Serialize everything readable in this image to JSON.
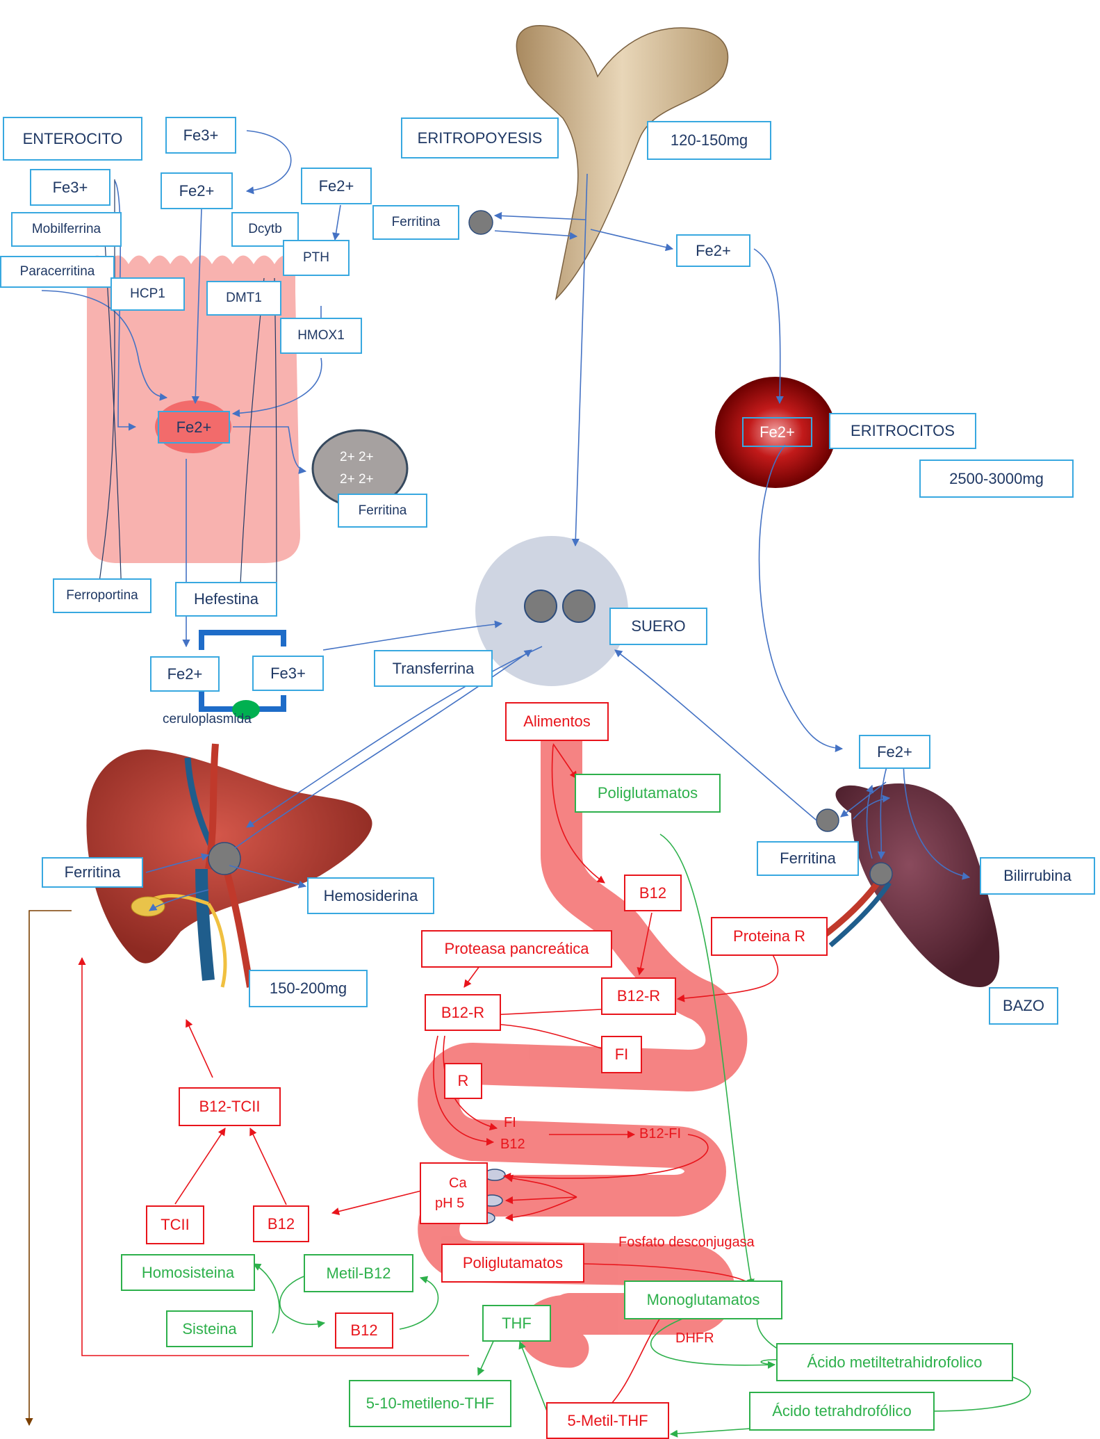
{
  "labels": {
    "enterocito": "ENTEROCITO",
    "fe3_top": "Fe3+",
    "fe3_left": "Fe3+",
    "fe2_top": "Fe2+",
    "fe2_right_top": "Fe2+",
    "mobilferrina": "Mobilferrina",
    "dcytb": "Dcytb",
    "paracerritina": "Paracerritina",
    "hcp1": "HCP1",
    "dmt1": "DMT1",
    "pth": "PTH",
    "hmox1": "HMOX1",
    "fe2_cell": "Fe2+",
    "ferritin_cell_top": "2+ 2+",
    "ferritin_cell_bottom": "2+ 2+",
    "ferritina_cell": "Ferritina",
    "ferroportina": "Ferroportina",
    "hefestina": "Hefestina",
    "fe2_bottom": "Fe2+",
    "fe3_bottom": "Fe3+",
    "ceruloplasmida": "ceruloplasmida",
    "eritropoyesis": "ERITROPOYESIS",
    "mg_120": "120-150mg",
    "ferritina_bone": "Ferritina",
    "fe2_bone": "Fe2+",
    "eritrocitos": "ERITROCITOS",
    "fe2_rbc": "Fe2+",
    "mg_2500": "2500-3000mg",
    "suero": "SUERO",
    "transferrina": "Transferrina",
    "ferritina_liver": "Ferritina",
    "hemosiderina": "Hemosiderina",
    "mg_150": "150-200mg",
    "fe2_spleen": "Fe2+",
    "ferritina_spleen": "Ferritina",
    "bilirrubina": "Bilirrubina",
    "bazo": "BAZO",
    "alimentos": "Alimentos",
    "poliglutamatos_top": "Poliglutamatos",
    "b12_stomach": "B12",
    "proteina_r": "Proteina R",
    "proteasa": "Proteasa pancreática",
    "b12r_right": "B12-R",
    "b12r_left": "B12-R",
    "fi_box": "FI",
    "r_box": "R",
    "fi_text": "FI",
    "b12_text": "B12",
    "b12fi": "B12-FI",
    "ca": "Ca",
    "ph5": "pH 5",
    "b12tcii": "B12-TCII",
    "tcii": "TCII",
    "b12_low": "B12",
    "fosfato": "Fosfato desconjugasa",
    "poliglutamatos_low": "Poliglutamatos",
    "homosisteina": "Homosisteina",
    "metil_b12": "Metil-B12",
    "sisteina": "Sisteina",
    "b12_cycle": "B12",
    "thf": "THF",
    "monoglutamatos": "Monoglutamatos",
    "dhfr": "DHFR",
    "acido_metil": "Ácido metiltetrahidrofolico",
    "metileno_thf": "5-10-metileno-THF",
    "metil_thf": "5-Metil-THF",
    "acido_tetra": "Ácido tetrahdrofólico"
  },
  "colors": {
    "blue_border": "#38a8e0",
    "blue_text": "#1f3864",
    "red": "#e8141b",
    "green": "#2db04b",
    "arrow_blue": "#4472c4"
  },
  "icons": [
    "bone-icon",
    "enterocyte-icon",
    "liver-icon",
    "spleen-icon",
    "intestine-icon",
    "erythrocyte-icon",
    "serum-icon"
  ]
}
